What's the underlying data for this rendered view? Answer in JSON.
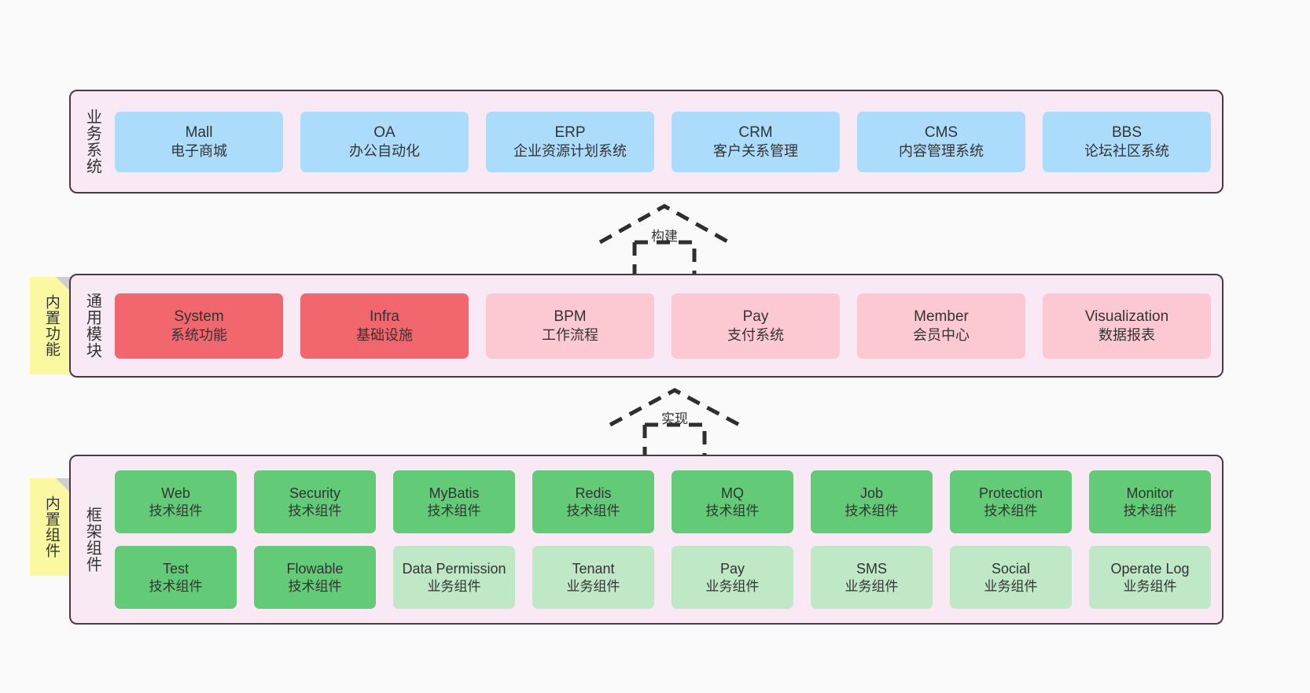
{
  "diagram": {
    "background_color": "#FAFAFA",
    "panel_fill": "#F9E9F4",
    "panel_border": "#4B3A45",
    "note_fill": "#FAF8A0"
  },
  "notes": [
    {
      "id": "note-common",
      "label": "内置功能"
    },
    {
      "id": "note-framework",
      "label": "内置组件"
    }
  ],
  "connectors": [
    {
      "id": "arrow-build",
      "label": "构建",
      "style": "dashed-generalization"
    },
    {
      "id": "arrow-impl",
      "label": "实现",
      "style": "dashed-generalization"
    }
  ],
  "layers": [
    {
      "id": "business",
      "title": "业务系统",
      "rows": [
        {
          "cards": [
            {
              "name": "Mall",
              "sub": "电子商城",
              "color": "#ABDCFB"
            },
            {
              "name": "OA",
              "sub": "办公自动化",
              "color": "#ABDCFB"
            },
            {
              "name": "ERP",
              "sub": "企业资源计划系统",
              "color": "#ABDCFB"
            },
            {
              "name": "CRM",
              "sub": "客户关系管理",
              "color": "#ABDCFB"
            },
            {
              "name": "CMS",
              "sub": "内容管理系统",
              "color": "#ABDCFB"
            },
            {
              "name": "BBS",
              "sub": "论坛社区系统",
              "color": "#ABDCFB"
            }
          ]
        }
      ]
    },
    {
      "id": "common",
      "title": "通用模块",
      "rows": [
        {
          "cards": [
            {
              "name": "System",
              "sub": "系统功能",
              "color": "#F2666E"
            },
            {
              "name": "Infra",
              "sub": "基础设施",
              "color": "#F2666E"
            },
            {
              "name": "BPM",
              "sub": "工作流程",
              "color": "#FCC9D3"
            },
            {
              "name": "Pay",
              "sub": "支付系统",
              "color": "#FCC9D3"
            },
            {
              "name": "Member",
              "sub": "会员中心",
              "color": "#FCC9D3"
            },
            {
              "name": "Visualization",
              "sub": "数据报表",
              "color": "#FCC9D3"
            }
          ]
        }
      ]
    },
    {
      "id": "framework",
      "title": "框架组件",
      "rows": [
        {
          "cards": [
            {
              "name": "Web",
              "sub": "技术组件",
              "color": "#63CB78"
            },
            {
              "name": "Security",
              "sub": "技术组件",
              "color": "#63CB78"
            },
            {
              "name": "MyBatis",
              "sub": "技术组件",
              "color": "#63CB78"
            },
            {
              "name": "Redis",
              "sub": "技术组件",
              "color": "#63CB78"
            },
            {
              "name": "MQ",
              "sub": "技术组件",
              "color": "#63CB78"
            },
            {
              "name": "Job",
              "sub": "技术组件",
              "color": "#63CB78"
            },
            {
              "name": "Protection",
              "sub": "技术组件",
              "color": "#63CB78"
            },
            {
              "name": "Monitor",
              "sub": "技术组件",
              "color": "#63CB78"
            }
          ]
        },
        {
          "cards": [
            {
              "name": "Test",
              "sub": "技术组件",
              "color": "#63CB78"
            },
            {
              "name": "Flowable",
              "sub": "技术组件",
              "color": "#63CB78"
            },
            {
              "name": "Data Permission",
              "sub": "业务组件",
              "color": "#BEE8C6"
            },
            {
              "name": "Tenant",
              "sub": "业务组件",
              "color": "#BEE8C6"
            },
            {
              "name": "Pay",
              "sub": "业务组件",
              "color": "#BEE8C6"
            },
            {
              "name": "SMS",
              "sub": "业务组件",
              "color": "#BEE8C6"
            },
            {
              "name": "Social",
              "sub": "业务组件",
              "color": "#BEE8C6"
            },
            {
              "name": "Operate Log",
              "sub": "业务组件",
              "color": "#BEE8C6"
            }
          ]
        }
      ]
    }
  ]
}
